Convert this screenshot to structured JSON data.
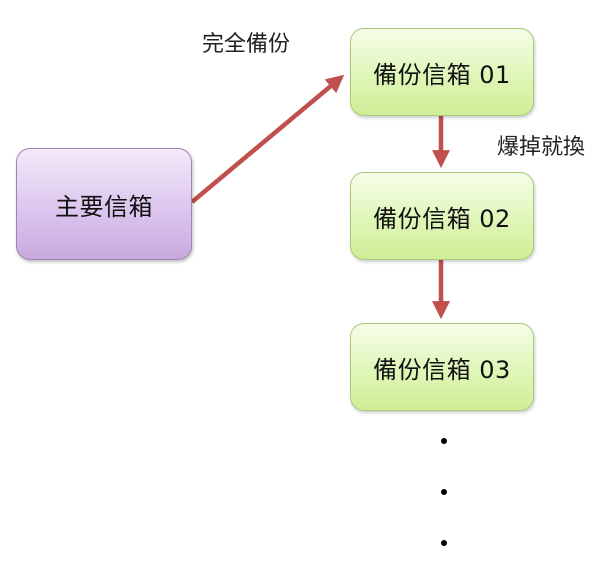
{
  "nodes": {
    "main": {
      "label": "主要信箱"
    },
    "backup1": {
      "label": "備份信箱 01"
    },
    "backup2": {
      "label": "備份信箱 02"
    },
    "backup3": {
      "label": "備份信箱 03"
    }
  },
  "edges": {
    "full_backup_label": "完全備份",
    "overflow_label": "爆掉就換"
  },
  "colors": {
    "arrow": "#c0504d"
  }
}
